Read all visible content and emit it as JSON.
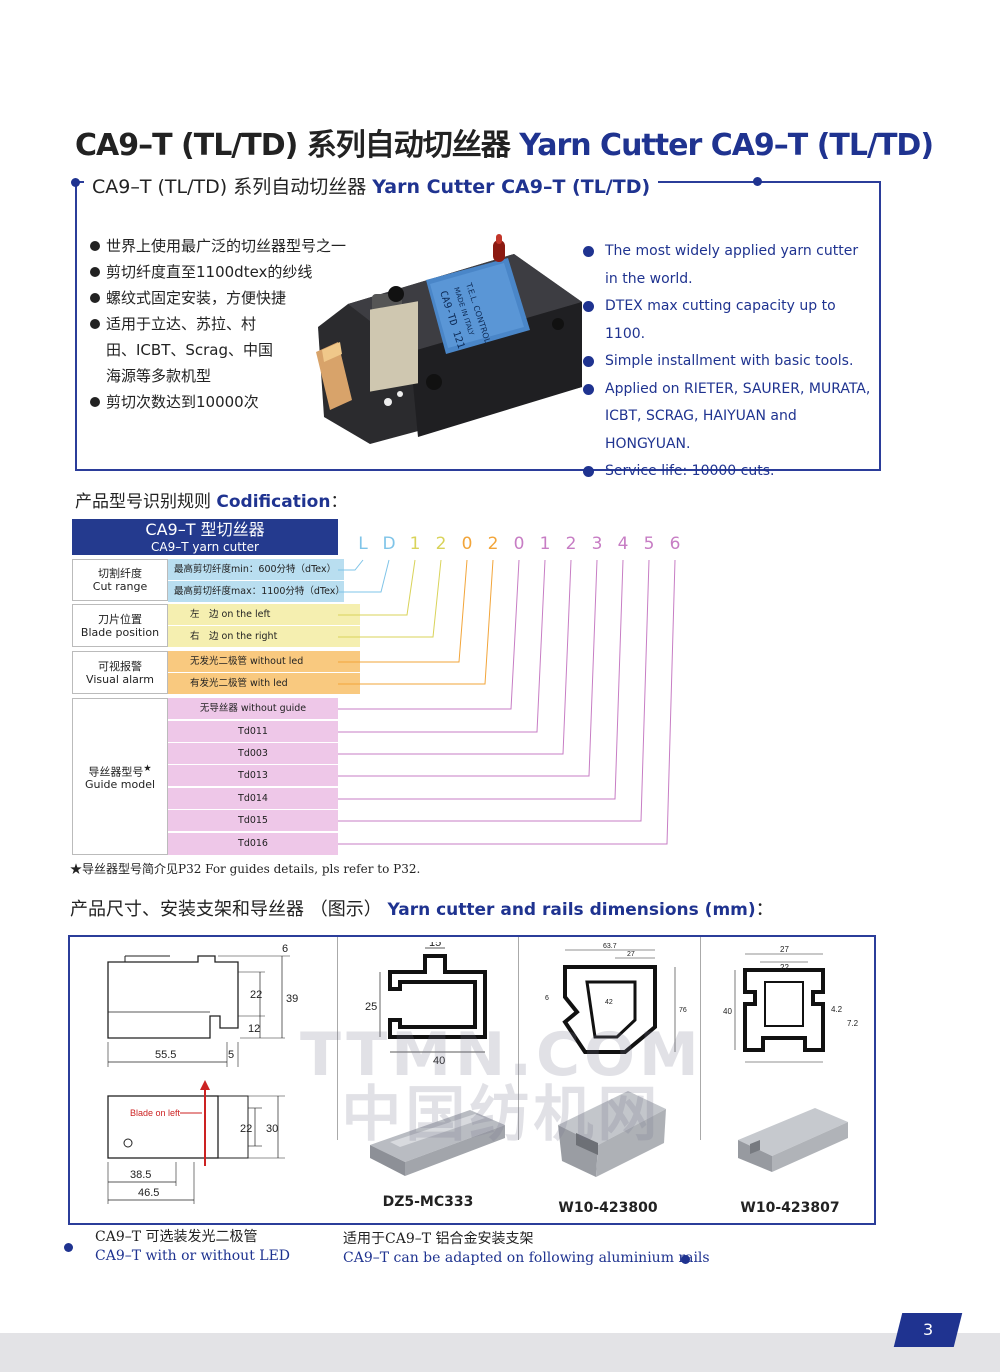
{
  "header": {
    "title_cn": "CA9–T (TL/TD) 系列自动切丝器",
    "title_en": "Yarn Cutter CA9–T (TL/TD)"
  },
  "feature": {
    "subtitle_cn": "CA9–T (TL/TD) 系列自动切丝器",
    "subtitle_en": "Yarn Cutter CA9–T (TL/TD)",
    "cn_points": [
      "世界上使用最广泛的切丝器型号之一",
      "剪切纤度直至1100dtex的纱线",
      "螺纹式固定安装，方便快捷",
      "适用于立达、苏拉、村",
      "田、ICBT、Scrag、中国",
      "海源等多款机型",
      "剪切次数达到10000次"
    ],
    "en_points": [
      "The most widely applied yarn cutter in the world.",
      "DTEX max cutting capacity up to 1100.",
      "Simple installment with basic tools.",
      "Applied on RIETER, SAURER, MURATA, ICBT, SCRAG, HAIYUAN and HONGYUAN.",
      "Service life: 10000 cuts."
    ],
    "product_label": {
      "model": "CA9-TD 121",
      "line2": "MADE IN ITALY",
      "brand": "T.E.L. CONTROL"
    }
  },
  "codification": {
    "title_cn": "产品型号识别规则",
    "title_en": "Codification",
    "colon": "：",
    "head_cn": "CA9–T 型切丝器",
    "head_en": "CA9–T yarn cutter",
    "digits": [
      "L",
      "D",
      "1",
      "2",
      "0",
      "2",
      "0",
      "1",
      "2",
      "3",
      "4",
      "5",
      "6"
    ],
    "digit_colors": [
      "#7fc4e8",
      "#7fc4e8",
      "#d9d35a",
      "#d9d35a",
      "#f2a53a",
      "#f2a53a",
      "#c77dc4",
      "#c77dc4",
      "#c77dc4",
      "#c77dc4",
      "#c77dc4",
      "#c77dc4",
      "#c77dc4"
    ],
    "groups": {
      "cut_cn": "切割纤度",
      "cut_en": "Cut range",
      "blade_cn": "刀片位置",
      "blade_en": "Blade position",
      "alarm_cn": "可视报警",
      "alarm_en": "Visual alarm",
      "guide_cn": "导丝器型号",
      "guide_star": "★",
      "guide_en": "Guide model"
    },
    "rows": {
      "cut_min": "最高剪切纤度min：600分特（dTex）",
      "cut_max": "最高剪切纤度max：1100分特（dTex）",
      "left": "左　边 on the left",
      "right": "右　边 on the right",
      "noled": "无发光二极管 without led",
      "led": "有发光二极管 with led",
      "g0": "无导丝器 without guide",
      "g1": "Td011",
      "g2": "Td003",
      "g3": "Td013",
      "g4": "Td014",
      "g5": "Td015",
      "g6": "Td016"
    },
    "footnote": "★导丝器型号简介见P32  For guides details, pls refer to P32."
  },
  "dimensions": {
    "title_cn": "产品尺寸、安装支架和导丝器 （图示）",
    "title_en": "Yarn cutter and rails dimensions (mm)",
    "colon": "：",
    "side": {
      "d6": "6",
      "d22": "22",
      "d39": "39",
      "d12": "12",
      "d555": "55.5",
      "d5": "5"
    },
    "top": {
      "blade": "Blade on left",
      "d22": "22",
      "d30": "30",
      "d385": "38.5",
      "d465": "46.5"
    },
    "rail1": {
      "d15": "15",
      "d25": "25",
      "d40": "40",
      "label": "DZ5-MC333"
    },
    "rail2": {
      "d637": "63.7",
      "d27": "27",
      "d42": "42",
      "d6": "6",
      "d76": "76",
      "label": "W10-423800"
    },
    "rail3": {
      "d27": "27",
      "d22": "22",
      "d40": "40",
      "d42": "4.2",
      "d72": "7.2",
      "label": "W10-423807"
    },
    "caption_left_cn": "CA9–T 可选装发光二极管",
    "caption_left_en": "CA9–T with or without LED",
    "caption_right_cn": "适用于CA9–T 铝合金安装支架",
    "caption_right_en": "CA9–T can be adapted on following aluminium rails"
  },
  "watermark": {
    "line1": "TTMN.COM",
    "line2": "中国纺机网"
  },
  "page": {
    "number": "3"
  }
}
